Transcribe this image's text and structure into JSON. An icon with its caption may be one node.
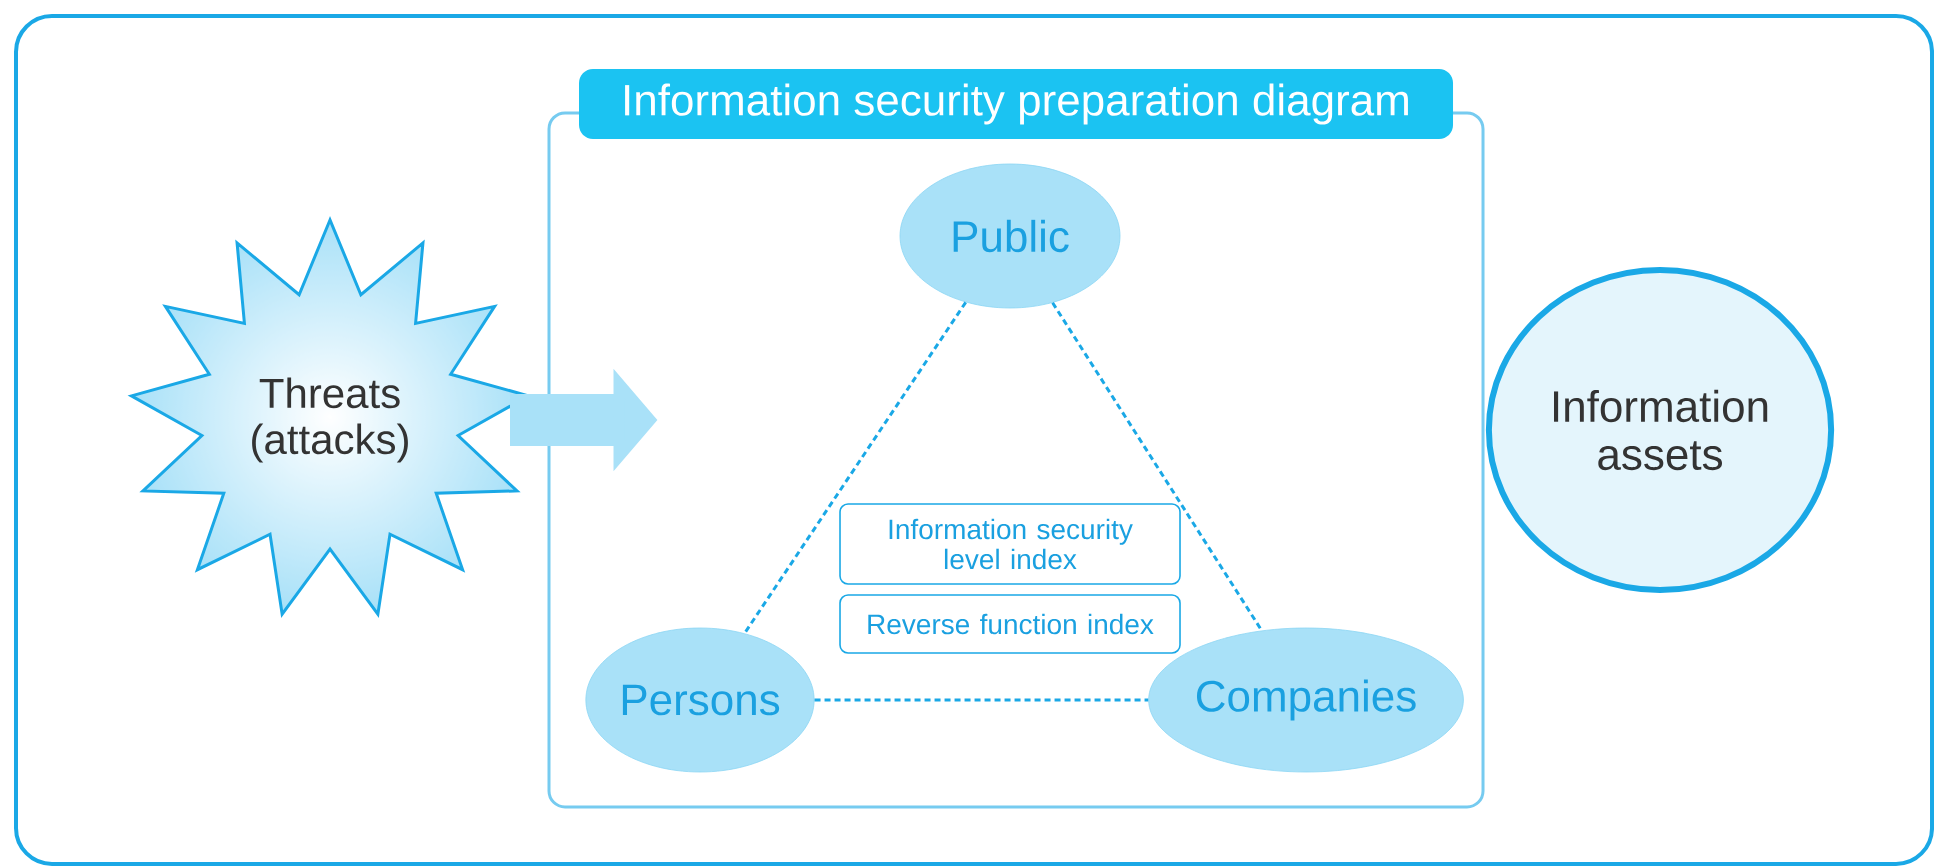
{
  "diagram": {
    "nodes": [
      {
        "text": [
          "Threats (attacks)"
        ]
      },
      {
        "text": [
          "Information security preparation diagram"
        ]
      },
      {
        "text": [
          "Public"
        ],
        "in": 1
      },
      {
        "text": [
          "Information security level index"
        ],
        "in": 1
      },
      {
        "text": [
          "Reverse function index"
        ],
        "in": 1
      },
      {
        "text": [
          "Persons"
        ],
        "in": 1
      },
      {
        "text": [
          "Companies"
        ],
        "in": 1
      },
      {
        "text": [
          "Information assets"
        ]
      }
    ],
    "edges": [
      {
        "from": 0,
        "to": 1,
        "arrow": "to",
        "style": "thick",
        "color": "#a9e1f8"
      },
      {
        "from": 2,
        "to": 5,
        "arrow": "none",
        "style": "dashed"
      },
      {
        "from": 2,
        "to": 6,
        "arrow": "none",
        "style": "dashed"
      },
      {
        "from": 5,
        "to": 6,
        "arrow": "none",
        "style": "dashed"
      }
    ]
  }
}
